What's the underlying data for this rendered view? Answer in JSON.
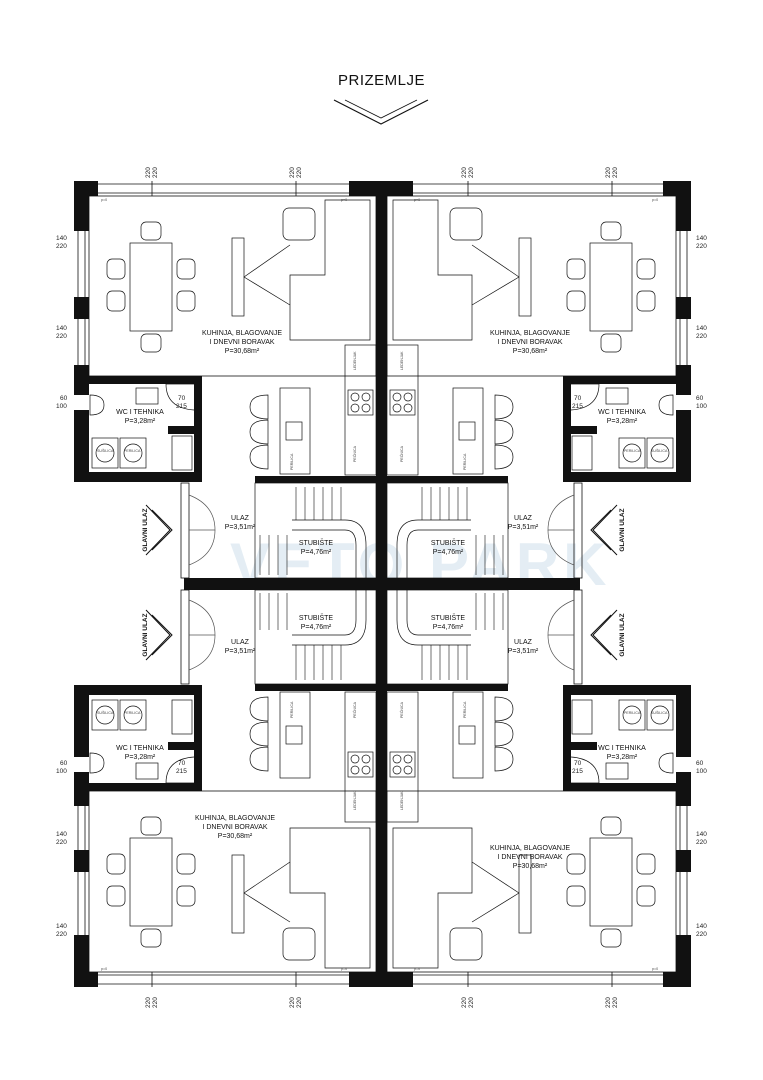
{
  "header": {
    "title": "PRIZEMLJE"
  },
  "watermark": "VETO PARK",
  "rooms": {
    "living_label_1": "KUHINJA, BLAGOVANJE",
    "living_label_2": "I DNEVNI BORAVAK",
    "living_area": "P=30,68m²",
    "wc_label": "WC I TEHNIKA",
    "wc_area": "P=3,28m²",
    "entry_label": "ULAZ",
    "entry_area": "P=3,51m²",
    "stairs_label": "STUBIŠTE",
    "stairs_area": "P=4,76m²",
    "main_entry": "GLAVNI ULAZ"
  },
  "dimensions": {
    "window_220": "220",
    "win_140": "140",
    "win_60": "60",
    "win_100": "100",
    "door_70": "70",
    "door_215": "215",
    "threshold": "p=0"
  },
  "appliances": {
    "fridge": "LEDENJAK",
    "oven": "PEĆNICA",
    "dishwasher": "PERILICA",
    "washer": "PERILICA",
    "dryer": "SUŠILICA"
  }
}
